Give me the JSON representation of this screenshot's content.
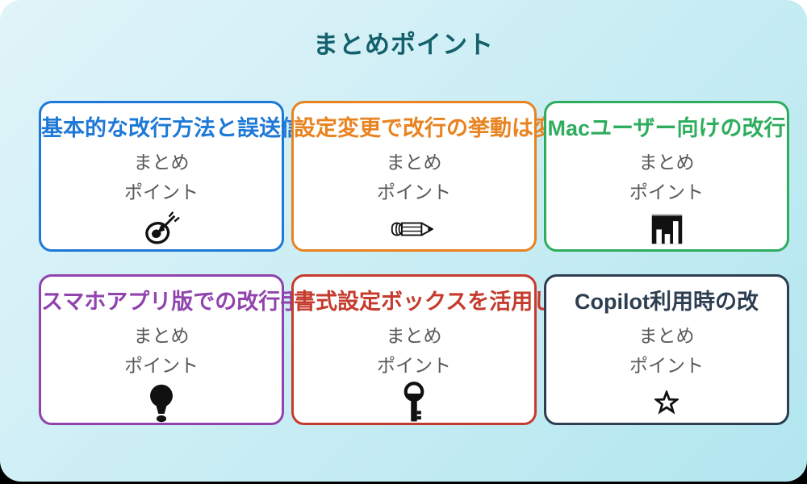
{
  "page": {
    "title": "まとめポイント"
  },
  "colors": {
    "background_top": "#e0f4f9",
    "background_mid": "#cdeef5",
    "background_bottom": "#b2e6ef",
    "bottom_bar_black": "#000000",
    "title_color": "#14606b",
    "subtitle_gray": "#595959",
    "icon_black": "#111111"
  },
  "shared": {
    "subtitle_line1": "まとめ",
    "subtitle_line2": "ポイント"
  },
  "cards": [
    {
      "title": "基本的な改行方法と誤送信",
      "color": "#1e79d6",
      "icon": "target-dart-icon"
    },
    {
      "title": "設定変更で改行の挙動は変",
      "color": "#e98320",
      "icon": "pencil-icon"
    },
    {
      "title": "Macユーザー向けの改行",
      "color": "#2fad5f",
      "icon": "bar-chart-icon"
    },
    {
      "title": "スマホアプリ版での改行手",
      "color": "#9043ac",
      "icon": "lightbulb-icon"
    },
    {
      "title": "書式設定ボックスを活用し",
      "color": "#c53b2d",
      "icon": "key-icon"
    },
    {
      "title": "Copilot利用時の改",
      "color": "#2c3e50",
      "icon": "star-icon"
    }
  ]
}
